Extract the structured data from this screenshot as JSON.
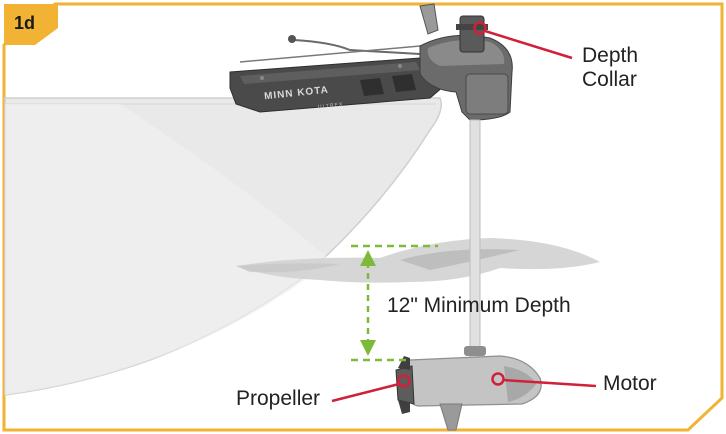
{
  "step_badge": "1d",
  "callouts": {
    "depth_collar_line1": "Depth",
    "depth_collar_line2": "Collar",
    "minimum_depth": "12\" Minimum Depth",
    "propeller": "Propeller",
    "motor": "Motor"
  },
  "brand": {
    "name": "MINN KOTA",
    "model": "ULTREX"
  },
  "colors": {
    "frame_accent": "#f2b233",
    "callout_line": "#d0203a",
    "dimension_arrow": "#7db93a",
    "hull": "#e8e8e8",
    "water": "#c9c9c9",
    "motor_body": "#c4c4c4",
    "mount_dark": "#4a4a4a"
  }
}
